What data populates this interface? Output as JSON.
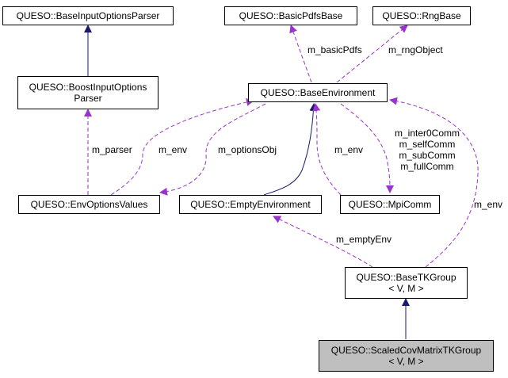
{
  "colors": {
    "inheritance_edge": "#191970",
    "usage_edge": "#9a32cd",
    "focus_fill": "#bfbfbf"
  },
  "nodes": {
    "base_input_options_parser": {
      "line1": "QUESO::BaseInputOptionsParser"
    },
    "boost_input_options_parser": {
      "line1": "QUESO::BoostInputOptions",
      "line2": "Parser"
    },
    "basic_pdfs_base": {
      "line1": "QUESO::BasicPdfsBase"
    },
    "rng_base": {
      "line1": "QUESO::RngBase"
    },
    "base_environment": {
      "line1": "QUESO::BaseEnvironment"
    },
    "env_options_values": {
      "line1": "QUESO::EnvOptionsValues"
    },
    "empty_environment": {
      "line1": "QUESO::EmptyEnvironment"
    },
    "mpi_comm": {
      "line1": "QUESO::MpiComm"
    },
    "base_tk_group": {
      "line1": "QUESO::BaseTKGroup",
      "line2": "< V, M >"
    },
    "scaled_cov_matrix_tk_group": {
      "line1": "QUESO::ScaledCovMatrixTKGroup",
      "line2": "< V, M >"
    }
  },
  "edge_labels": {
    "basic_pdfs": "m_basicPdfs",
    "rng_object": "m_rngObject",
    "parser": "m_parser",
    "env_options": "m_env",
    "options_obj": "m_optionsObj",
    "mpi_env": "m_env",
    "mpi_members": [
      "m_inter0Comm",
      "m_selfComm",
      "m_subComm",
      "m_fullComm"
    ],
    "tk_env": "m_env",
    "empty_env": "m_emptyEnv"
  }
}
